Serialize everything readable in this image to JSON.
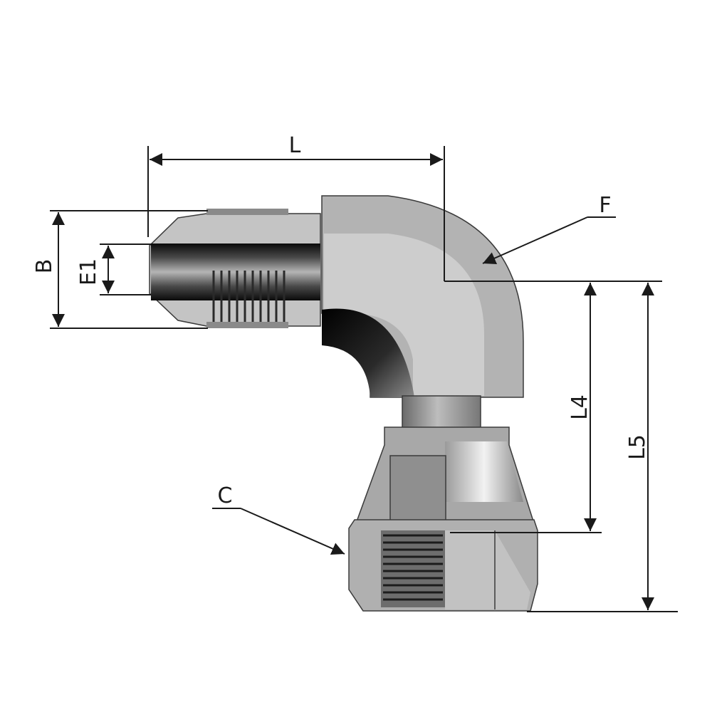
{
  "labels": {
    "L": "L",
    "B": "B",
    "E1": "E1",
    "F": "F",
    "L4": "L4",
    "L5": "L5",
    "C": "C"
  },
  "colors": {
    "background": "#ffffff",
    "dimension_line": "#1a1a1a",
    "metal_light": "#c9c9c9",
    "metal_mid": "#a9a9a9",
    "metal_dark": "#5a5a5a",
    "metal_black": "#0d0d0d"
  }
}
